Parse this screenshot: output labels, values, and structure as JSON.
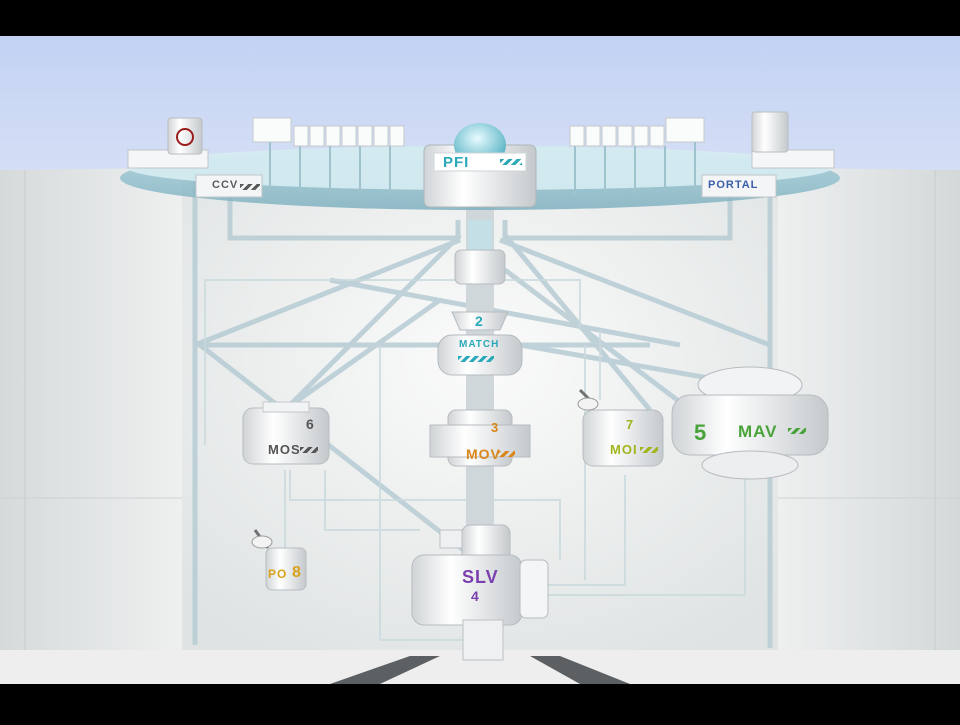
{
  "modules": {
    "pfi": {
      "name": "PFI",
      "color": "#2aa9b8"
    },
    "ccv": {
      "name": "CCV",
      "color": "#5a5a5a"
    },
    "portal": {
      "name": "PORTAL",
      "color": "#3b5fa8"
    },
    "match": {
      "name": "MATCH",
      "number": "2",
      "color": "#2aa9b8"
    },
    "mos": {
      "name": "MOS",
      "number": "6",
      "color": "#555555"
    },
    "mov": {
      "name": "MOV",
      "number": "3",
      "color": "#d9861c"
    },
    "moi": {
      "name": "MOI",
      "number": "7",
      "color": "#a3b51d"
    },
    "mav": {
      "name": "MAV",
      "number": "5",
      "color": "#4aa33a"
    },
    "po": {
      "name": "PO",
      "number": "8",
      "color": "#d9a21c"
    },
    "slv": {
      "name": "SLV",
      "number": "4",
      "color": "#7b3fb0"
    }
  },
  "colors": {
    "sky": "#c8d6f4",
    "wall": "#e4e8e8",
    "floor": "#ededed",
    "hull": "#ffffff",
    "pipe": "#bcd3dc"
  }
}
